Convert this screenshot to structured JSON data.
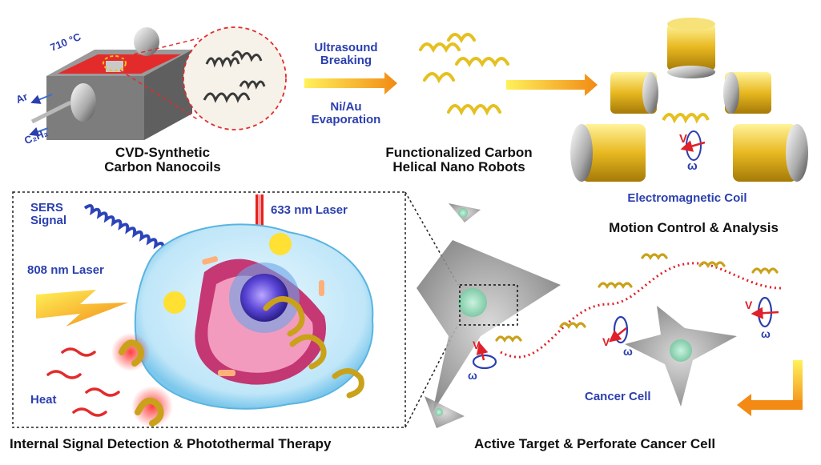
{
  "cvd": {
    "temperature": "710 °C",
    "gas_ar": "Ar",
    "gas_c2h2": "C₂H₂",
    "caption_line1": "CVD-Synthetic",
    "caption_line2": "Carbon Nanocoils"
  },
  "process": {
    "step1_line1": "Ultrasound",
    "step1_line2": "Breaking",
    "step2_line1": "Ni/Au",
    "step2_line2": "Evaporation",
    "caption_line1": "Functionalized Carbon",
    "caption_line2": "Helical Nano Robots"
  },
  "motion": {
    "coil_label": "Electromagnetic Coil",
    "caption": "Motion Control & Analysis",
    "velocity_symbol": "V",
    "omega_symbol": "ω"
  },
  "therapy": {
    "sers_line1": "SERS",
    "sers_line2": "Signal",
    "laser_633": "633 nm Laser",
    "laser_808": "808 nm Laser",
    "heat": "Heat",
    "caption": "Internal Signal Detection & Photothermal Therapy"
  },
  "target": {
    "cancer_cell": "Cancer Cell",
    "caption": "Active Target & Perforate Cancer Cell"
  },
  "colors": {
    "label_blue": "#2b3fae",
    "caption_black": "#111111",
    "arrow_orange": "#f39a1e",
    "coil_gold": "#e8c21e",
    "furnace_red": "#e32b2b",
    "path_red": "#e0202a"
  }
}
